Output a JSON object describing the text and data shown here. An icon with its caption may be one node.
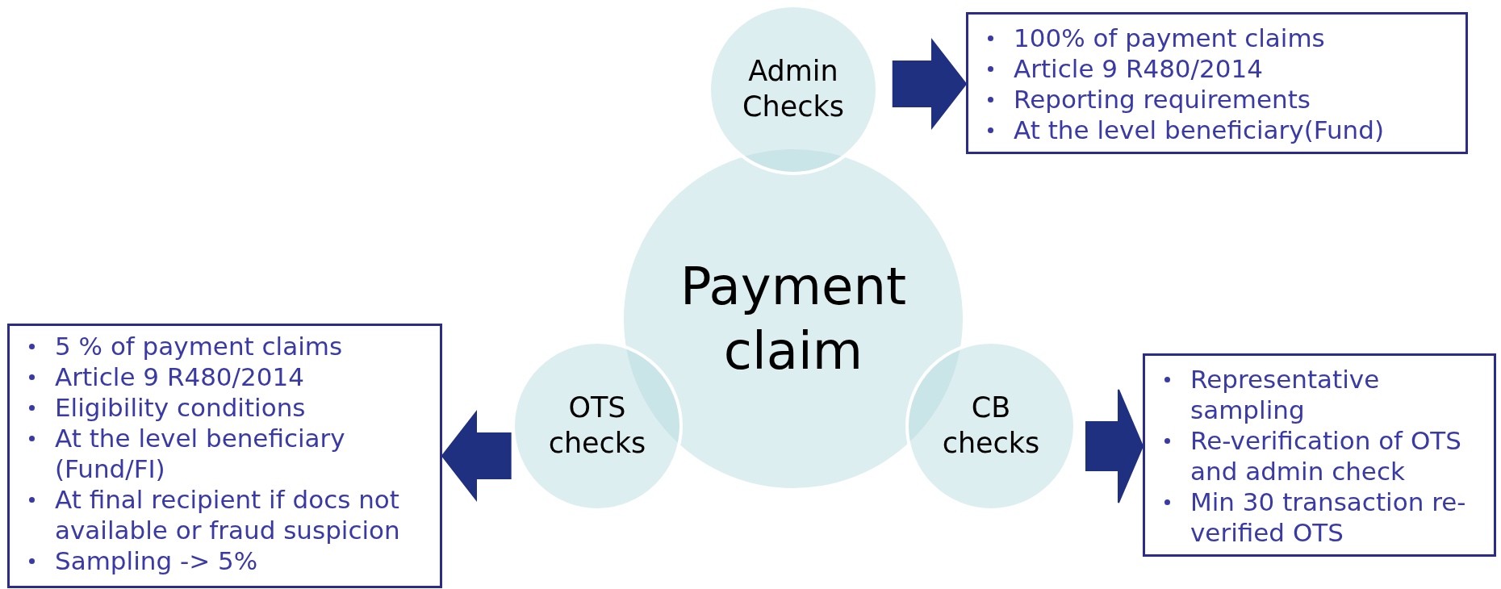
{
  "diagram": {
    "nodes": [
      {
        "text": [
          "Payment claim"
        ]
      },
      {
        "text": [
          "Admin Checks"
        ]
      },
      {
        "text": [
          "100% of payment claims",
          "Article 9 R480/2014",
          "Reporting requirements",
          "At the level beneficiary(Fund)"
        ]
      },
      {
        "text": [
          "OTS checks"
        ]
      },
      {
        "text": [
          "5 % of payment claims",
          "Article 9 R480/2014",
          "Eligibility conditions",
          "At the level beneficiary (Fund/FI)",
          "At final recipient if docs not available or fraud suspicion",
          "Sampling -> 5%"
        ]
      },
      {
        "text": [
          "CB checks"
        ]
      },
      {
        "text": [
          "Representative sampling",
          "Re-verification of OTS and admin check",
          "Min 30 transaction re-verified OTS"
        ]
      }
    ],
    "edges": [
      {
        "from": 1,
        "to": 2,
        "arrow": "to",
        "style": "thick"
      },
      {
        "from": 3,
        "to": 4,
        "arrow": "to",
        "style": "thick"
      },
      {
        "from": 5,
        "to": 6,
        "arrow": "to",
        "style": "thick"
      }
    ]
  }
}
